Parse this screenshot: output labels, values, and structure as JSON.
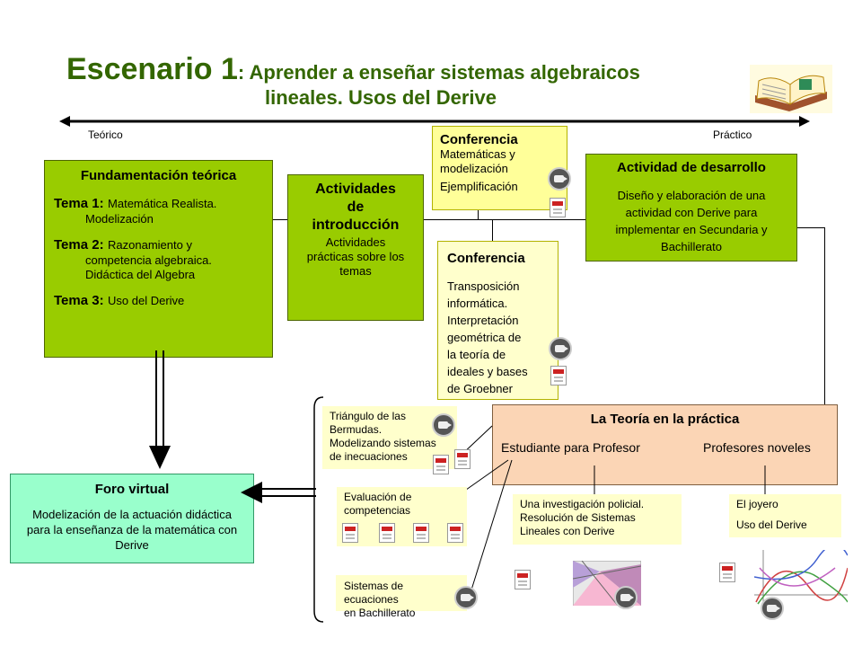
{
  "title": {
    "main": "Escenario 1",
    "subtitle_line1": ": Aprender a enseñar sistemas algebraicos",
    "subtitle_line2": "lineales. Usos del Derive"
  },
  "axis": {
    "left_label": "Teórico",
    "right_label": "Práctico"
  },
  "fundamentacion": {
    "title": "Fundamentación teórica",
    "temas": [
      {
        "label": "Tema 1:",
        "text_line1": "Matemática Realista.",
        "text_line2": "Modelización"
      },
      {
        "label": "Tema 2:",
        "text_line1": "Razonamiento y",
        "text_line2": "competencia algebraica.",
        "text_line3": "Didáctica del Algebra"
      },
      {
        "label": "Tema 3:",
        "text_line1": "Uso del Derive"
      }
    ]
  },
  "introduccion": {
    "title_line1": "Actividades",
    "title_line2": "de",
    "title_line3": "introducción",
    "text": "Actividades prácticas sobre los temas"
  },
  "conferencia1": {
    "title": "Conferencia",
    "line1": "Matemáticas y",
    "line2": "modelización",
    "line3": "Ejemplificación"
  },
  "conferencia2": {
    "title": "Conferencia",
    "lines": [
      "Transposición",
      "informática.",
      "Interpretación",
      "geométrica de",
      "la teoría de",
      "ideales y bases",
      "de Groebner"
    ]
  },
  "desarrollo": {
    "title": "Actividad de desarrollo",
    "text": "Diseño y elaboración de una actividad con Derive para implementar en Secundaria y Bachillerato"
  },
  "foro": {
    "title": "Foro virtual",
    "text": "Modelización de la actuación didáctica para la enseñanza de la matemática con Derive"
  },
  "teoria": {
    "title": "La Teoría en la práctica",
    "left": "Estudiante para Profesor",
    "right": "Profesores noveles"
  },
  "resources": {
    "triangulo": [
      "Triángulo de las",
      "Bermudas.",
      "Modelizando sistemas",
      "de inecuaciones"
    ],
    "evaluacion": [
      "Evaluación de",
      "competencias"
    ],
    "sistemas": [
      "Sistemas de ecuaciones",
      "en Bachillerato"
    ],
    "investigacion": [
      "Una investigación policial.",
      "Resolución de Sistemas",
      "Lineales con Derive"
    ],
    "joyero": {
      "line1": "El joyero",
      "line2": "Uso del Derive"
    }
  },
  "colors": {
    "title_green": "#336600",
    "box_green": "#99cc00",
    "box_yellow": "#ffff99",
    "box_teal": "#99ffcc",
    "box_peach": "#fbd5b5"
  }
}
